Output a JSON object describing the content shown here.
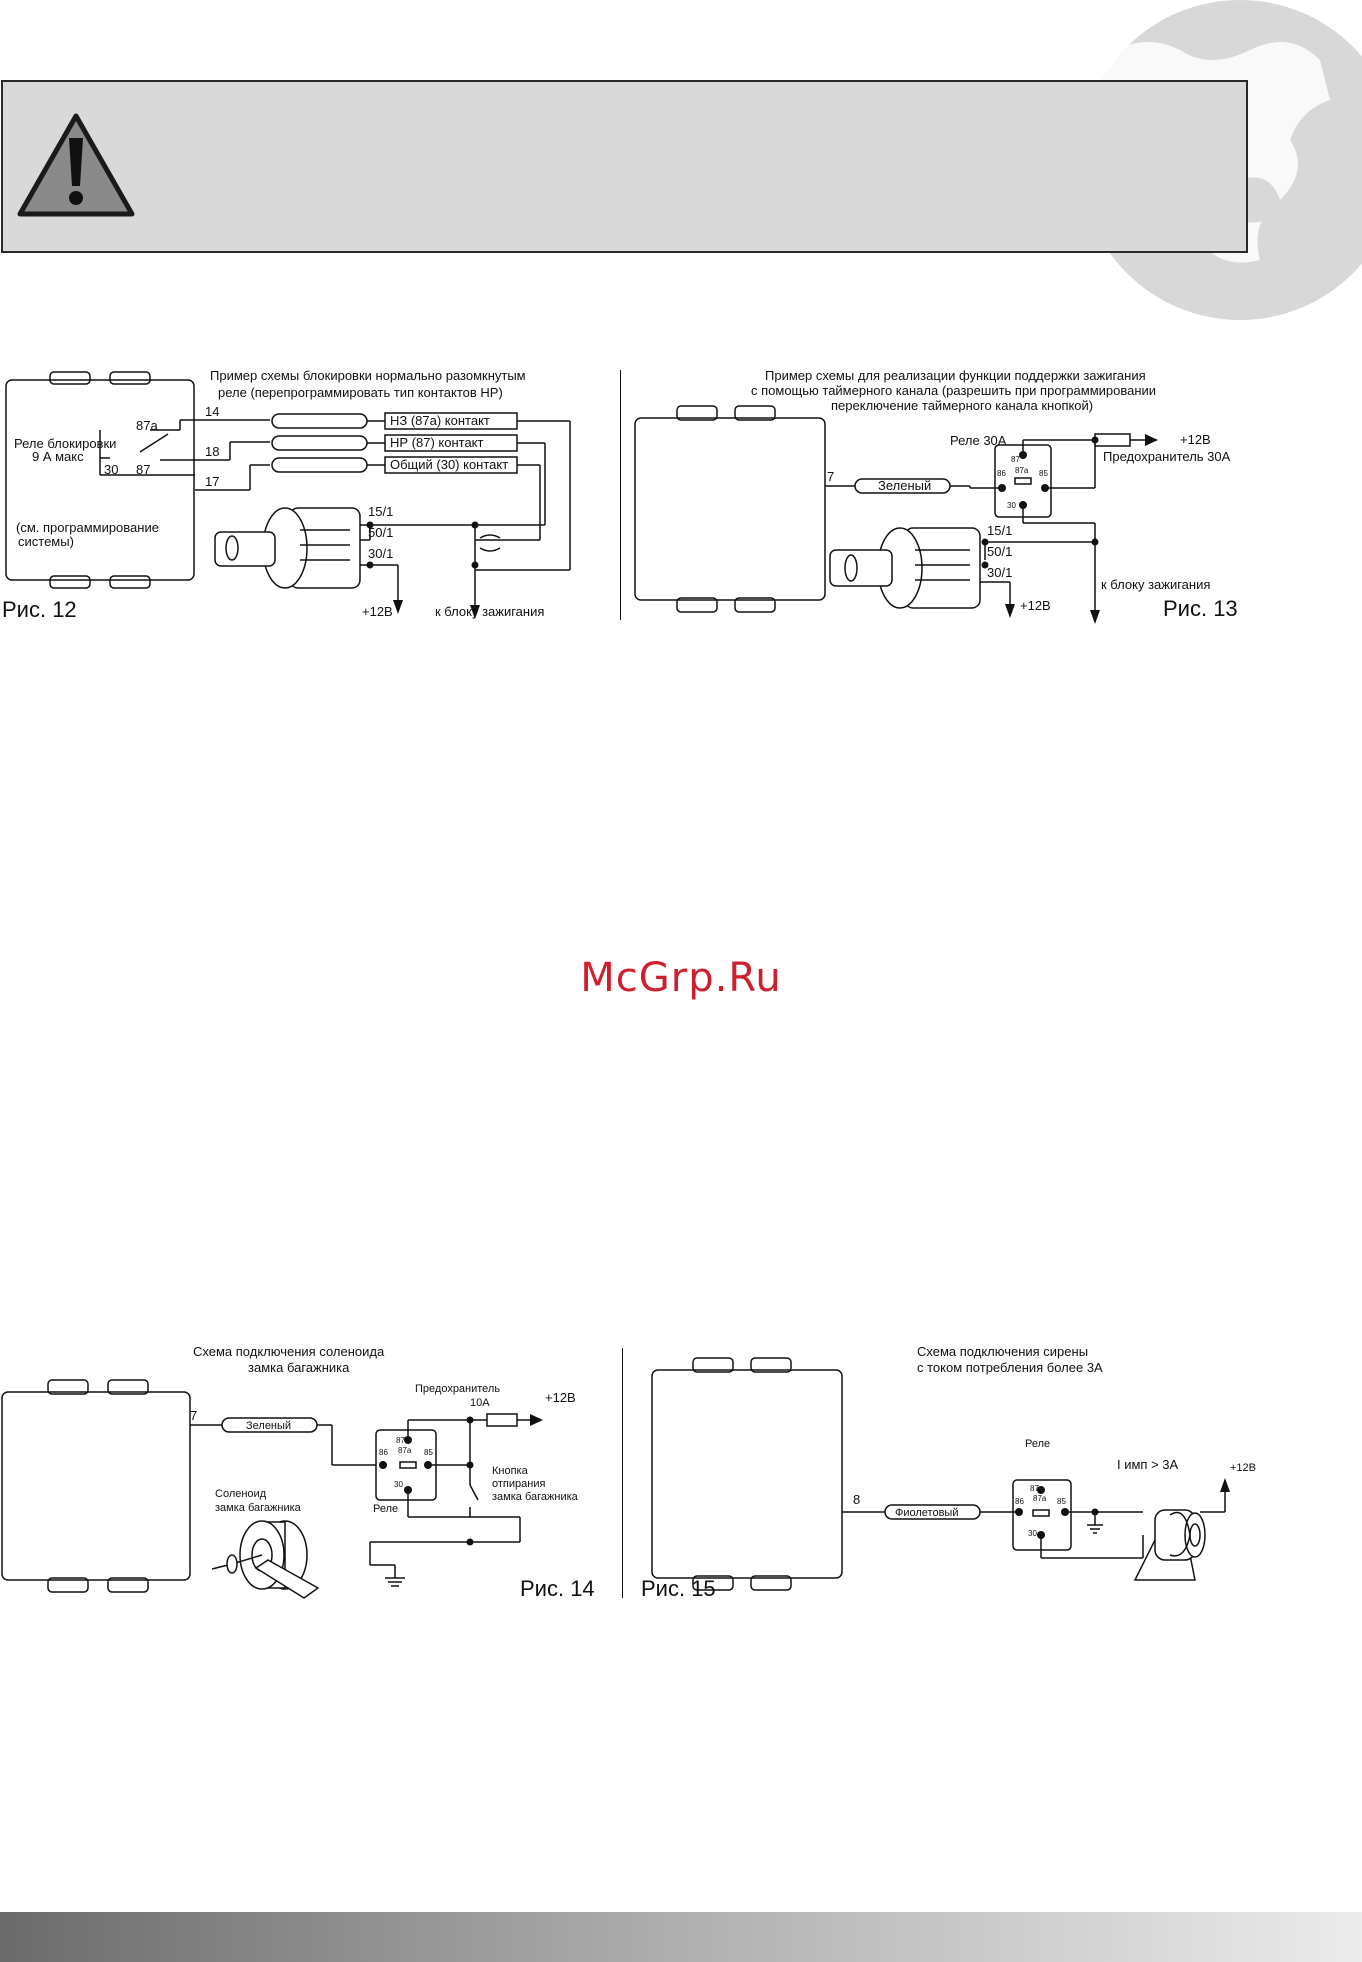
{
  "watermark": "McGrp.Ru",
  "fig12": {
    "title_line1": "Пример схемы блокировки нормально разомкнутым",
    "title_line2": "реле (перепрограммировать тип контактов НР)",
    "relay_label_line1": "Реле блокировки",
    "relay_label_line2": "9 А макс",
    "pin_87a": "87a",
    "pin_30": "30",
    "pin_87": "87",
    "note_line1": "(см. программирование",
    "note_line2": "системы)",
    "wire_14": "14",
    "wire_18": "18",
    "wire_17": "17",
    "contact_nc": "НЗ (87а) контакт",
    "contact_no": "НР (87) контакт",
    "contact_common": "Общий (30) контакт",
    "switch_15": "15/1",
    "switch_50": "50/1",
    "switch_30": "30/1",
    "plus12": "+12В",
    "to_ignition": "к блоку зажигания",
    "caption": "Рис. 12"
  },
  "fig13": {
    "title_line1": "Пример схемы для реализации функции поддержки зажигания",
    "title_line2": "с помощью таймерного канала (разрешить при программировании",
    "title_line3": "переключение таймерного канала кнопкой)",
    "relay": "Реле 30А",
    "plus12_top": "+12В",
    "fuse": "Предохранитель 30А",
    "wire_7": "7",
    "wire_color": "Зеленый",
    "pin_86": "86",
    "pin_87": "87",
    "pin_87a": "87a",
    "pin_85": "85",
    "pin_30": "30",
    "switch_15": "15/1",
    "switch_50": "50/1",
    "switch_30": "30/1",
    "plus12": "+12В",
    "to_ignition": "к блоку зажигания",
    "caption": "Рис. 13"
  },
  "fig14": {
    "title_line1": "Схема подключения соленоида",
    "title_line2": "замка багажника",
    "fuse_line1": "Предохранитель",
    "fuse_line2": "10А",
    "plus12": "+12В",
    "wire_7": "7",
    "wire_color": "Зеленый",
    "button_line1": "Кнопка",
    "button_line2": "отпирания",
    "button_line3": "замка багажника",
    "relay": "Реле",
    "solenoid_line1": "Соленоид",
    "solenoid_line2": "замка багажника",
    "pin_86": "86",
    "pin_87": "87",
    "pin_87a": "87a",
    "pin_85": "85",
    "pin_30": "30",
    "caption": "Рис. 14"
  },
  "fig15": {
    "title_line1": "Схема подключения сирены",
    "title_line2": "с током потребления более 3А",
    "relay": "Реле",
    "current": "I имп > 3А",
    "plus12": "+12В",
    "wire_8": "8",
    "wire_color": "Фиолетовый",
    "pin_86": "86",
    "pin_87": "87",
    "pin_87a": "87a",
    "pin_85": "85",
    "pin_30": "30",
    "caption": "Рис. 15"
  }
}
